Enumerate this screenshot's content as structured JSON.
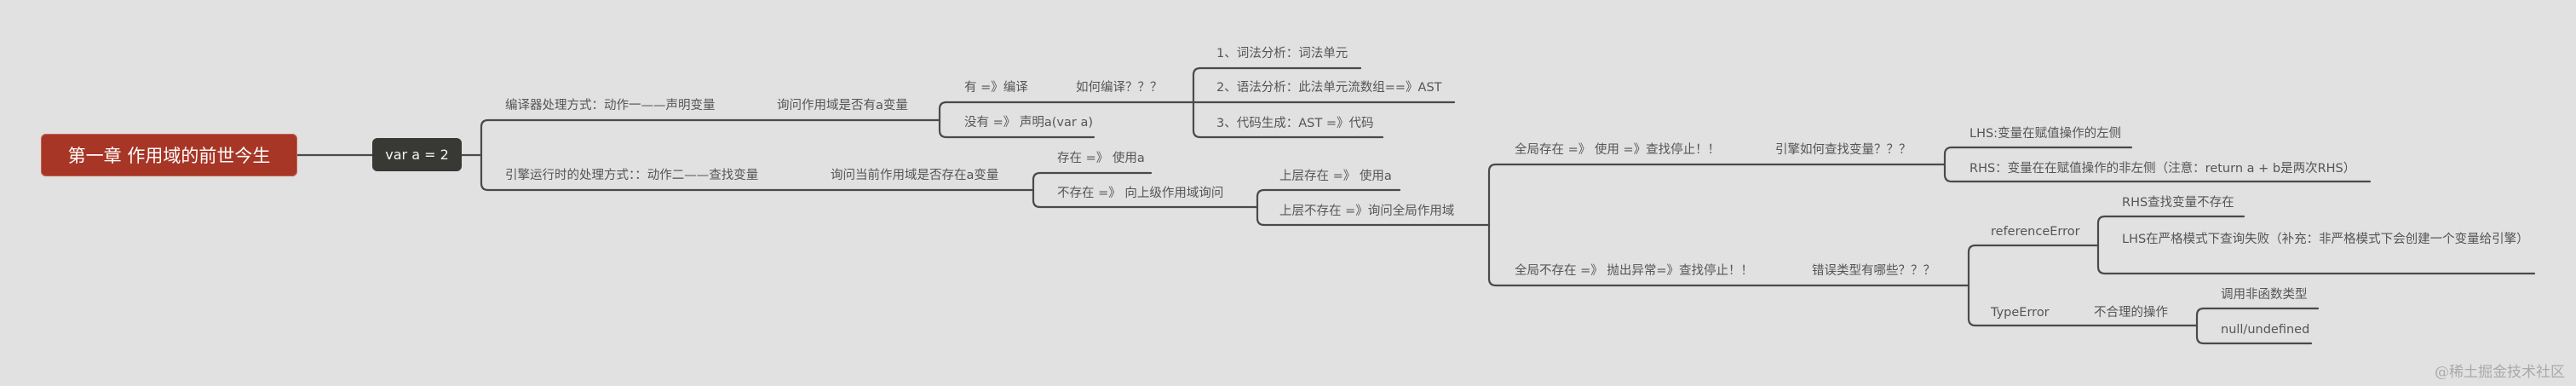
{
  "mindmap": {
    "root": {
      "label": "第一章 作用域的前世今生"
    },
    "center": {
      "label": "var a = 2"
    },
    "compiler": {
      "label": "编译器处理方式：动作一——声明变量",
      "question": "询问作用域是否有a变量",
      "answers": [
        {
          "label": "有 =》编译",
          "follow_up": "如何编译？？？",
          "steps": [
            "1、词法分析：词法单元",
            "2、语法分析：此法单元流数组==》AST",
            "3、代码生成：AST =》代码"
          ]
        },
        {
          "label": "没有 =》 声明a(var a)"
        }
      ]
    },
    "engine": {
      "label": "引擎运行时的处理方式：：动作二——查找变量",
      "question": "询问当前作用域是否存在a变量",
      "answers": [
        {
          "label": "存在 =》 使用a"
        },
        {
          "label": "不存在 =》 向上级作用域询问",
          "children": [
            {
              "label": "上层存在 =》 使用a"
            },
            {
              "label": "上层不存在 =》询问全局作用域",
              "children": [
                {
                  "label": "全局存在 =》 使用 =》查找停止！！",
                  "follow_up": "引擎如何查找变量？？？",
                  "children": [
                    "LHS:变量在赋值操作的左侧",
                    "RHS：变量在在赋值操作的非左侧（注意：return a + b是两次RHS）"
                  ]
                },
                {
                  "label": "全局不存在 =》 抛出异常=》查找停止！！",
                  "follow_up": "错误类型有哪些？？？",
                  "errors": [
                    {
                      "name": "referenceError",
                      "causes": [
                        "RHS查找变量不存在",
                        "LHS在严格模式下查询失败（补充：非严格模式下会创建一个变量给引擎）"
                      ]
                    },
                    {
                      "name": "TypeError",
                      "reason": "不合理的操作",
                      "causes": [
                        "调用非函数类型",
                        "null/undefined"
                      ]
                    }
                  ]
                }
              ]
            }
          ]
        }
      ]
    }
  },
  "watermark": "@稀土掘金技术社区",
  "colors": {
    "background": "#e1e1e1",
    "root_node": "#a73626",
    "center_node": "#383835",
    "connector": "#4a4a4a",
    "text": "#555555",
    "watermark": "#a9a9a9"
  }
}
